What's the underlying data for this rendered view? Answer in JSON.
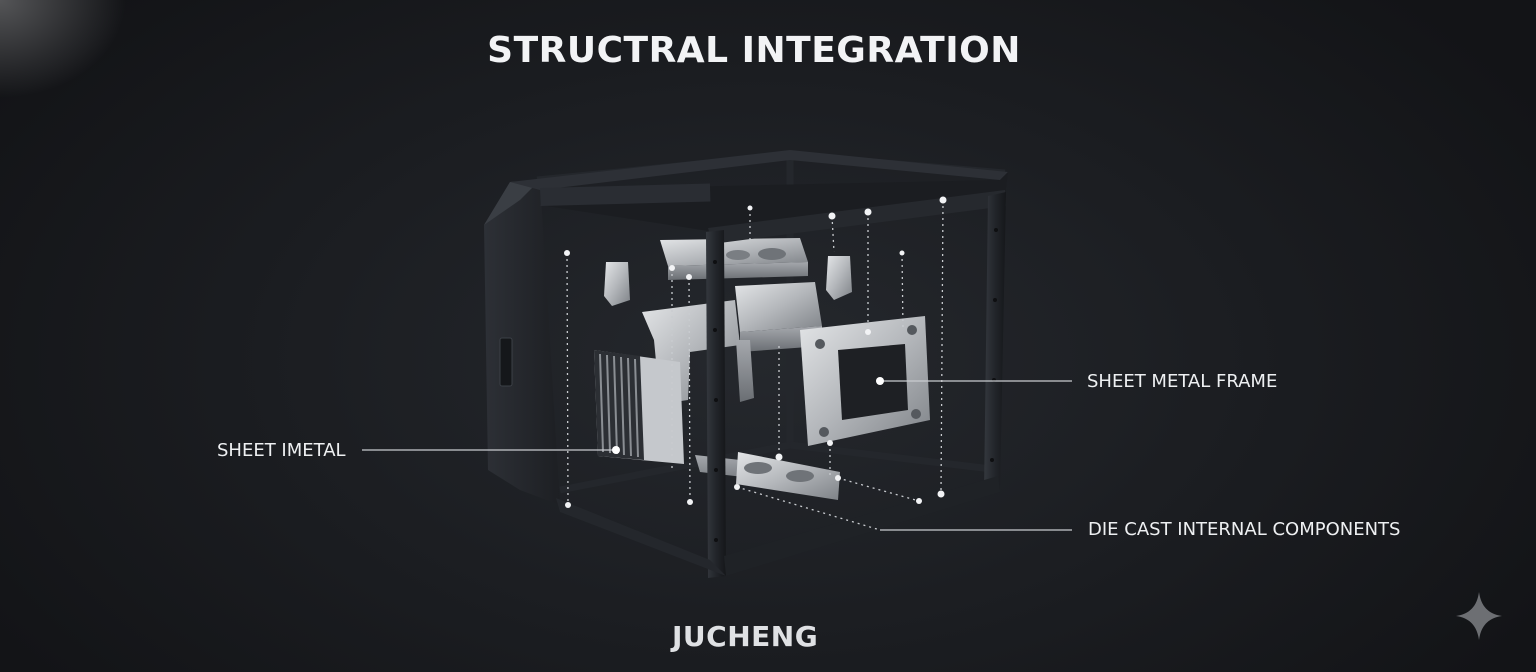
{
  "title": "STRUCTRAL INTEGRATION",
  "callouts": {
    "sheet_metal": "SHEET IMETAL",
    "sheet_metal_frame": "SHEET METAL FRAME",
    "die_cast": "DIE CAST INTERNAL COMPONENTS"
  },
  "brand": "JUCHENG",
  "icons": {
    "sparkle": "sparkle-icon"
  },
  "colors": {
    "background": "#1c1e22",
    "frame": "#2a2d33",
    "metal": "#b9bcc0",
    "leader": "#d0d3d6"
  }
}
